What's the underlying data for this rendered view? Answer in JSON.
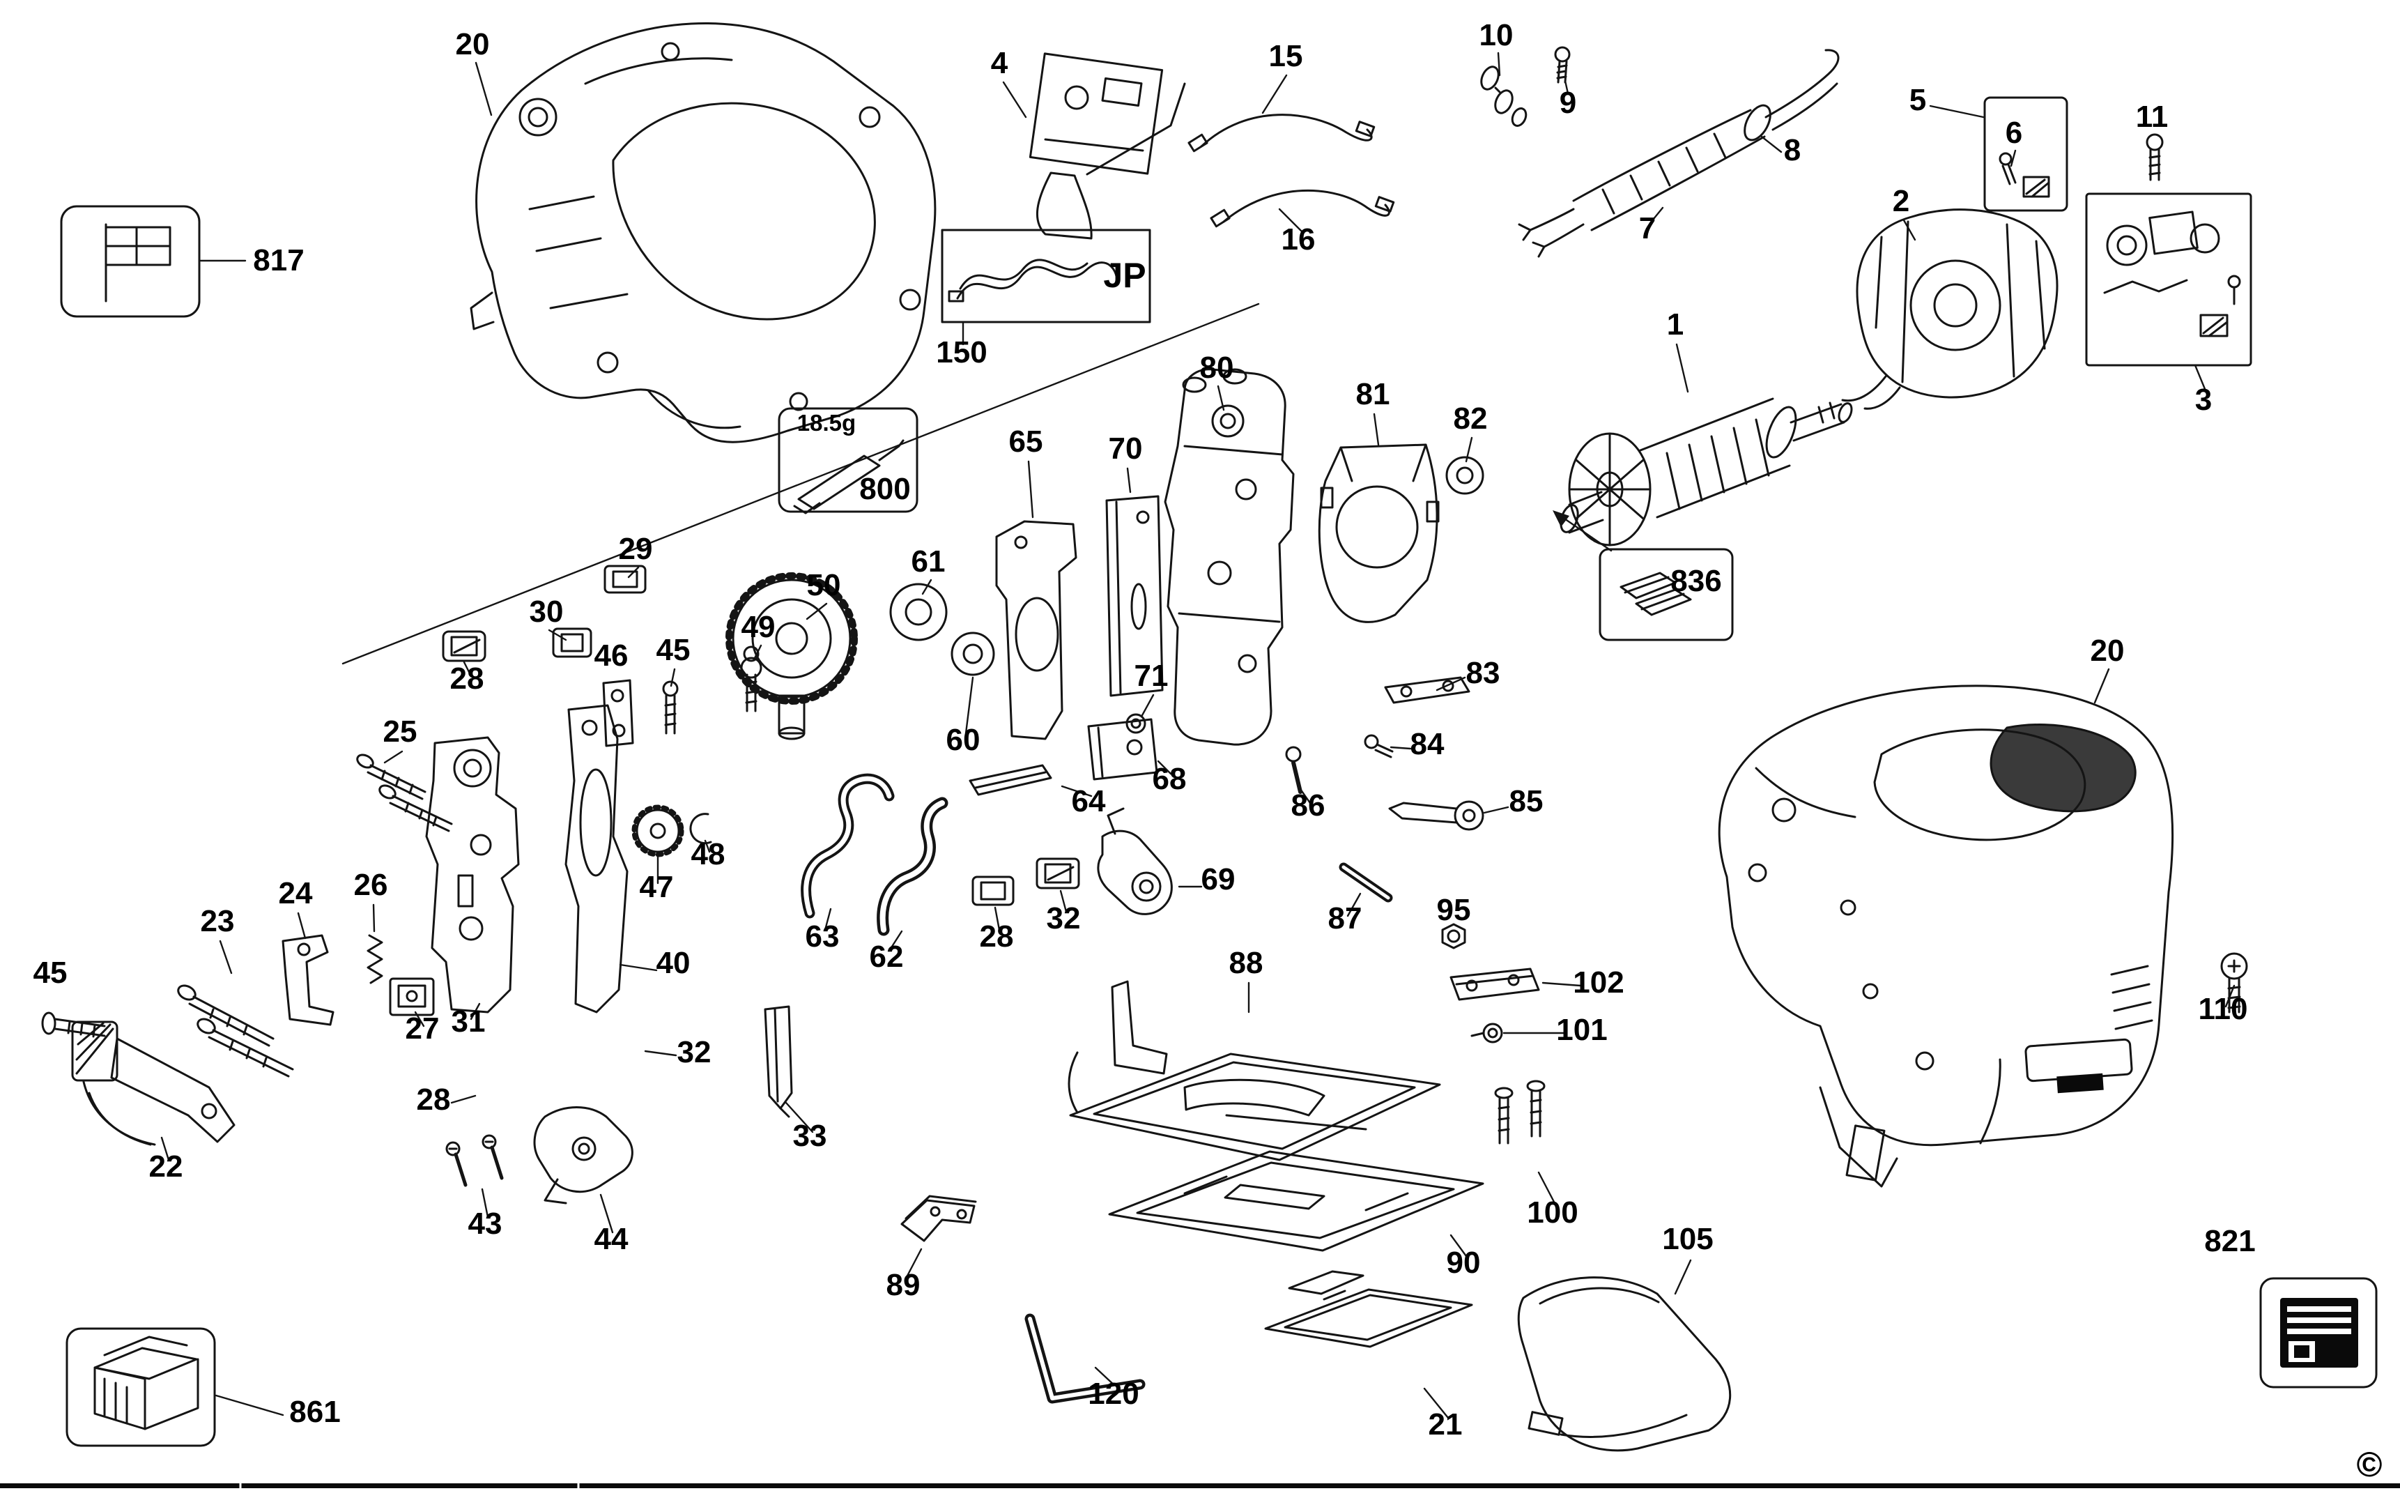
{
  "diagram": {
    "kind": "exploded-parts-diagram",
    "subject": "jigsaw power tool spare parts",
    "background_color": "#ffffff",
    "ink_color": "#141414"
  },
  "callouts": {
    "c20_topleft": "20",
    "c4": "4",
    "c15": "15",
    "c16": "16",
    "c10": "10",
    "c9": "9",
    "c8": "8",
    "c5": "5",
    "c6": "6",
    "c11": "11",
    "c2": "2",
    "c7": "7",
    "c817": "817",
    "c150": "150",
    "jp": "JP",
    "c80": "80",
    "c81": "81",
    "c82": "82",
    "c1": "1",
    "c3": "3",
    "weight": "18.5g",
    "c800": "800",
    "c65": "65",
    "c70": "70",
    "c61": "61",
    "c29": "29",
    "c30": "30",
    "c50": "50",
    "c49": "49",
    "c45_mid": "45",
    "c46": "46",
    "c28_top": "28",
    "c71": "71",
    "c836": "836",
    "c20_right": "20",
    "c83": "83",
    "c60": "60",
    "c68": "68",
    "c84": "84",
    "c25": "25",
    "c86": "86",
    "c85": "85",
    "c64": "64",
    "c48": "48",
    "c47": "47",
    "c69": "69",
    "c63": "63",
    "c62": "62",
    "c28_mid": "28",
    "c32_mid": "32",
    "c87": "87",
    "c24": "24",
    "c26": "26",
    "c23": "23",
    "c95": "95",
    "c40": "40",
    "c88": "88",
    "c102": "102",
    "c45_left": "45",
    "c27": "27",
    "c31": "31",
    "c101": "101",
    "c110": "110",
    "c32_low": "32",
    "c28_low": "28",
    "c33": "33",
    "c22": "22",
    "c100": "100",
    "c43": "43",
    "c44": "44",
    "c89": "89",
    "c90": "90",
    "c105": "105",
    "c821": "821",
    "c120": "120",
    "c21": "21",
    "c861": "861",
    "copyright": "©"
  }
}
